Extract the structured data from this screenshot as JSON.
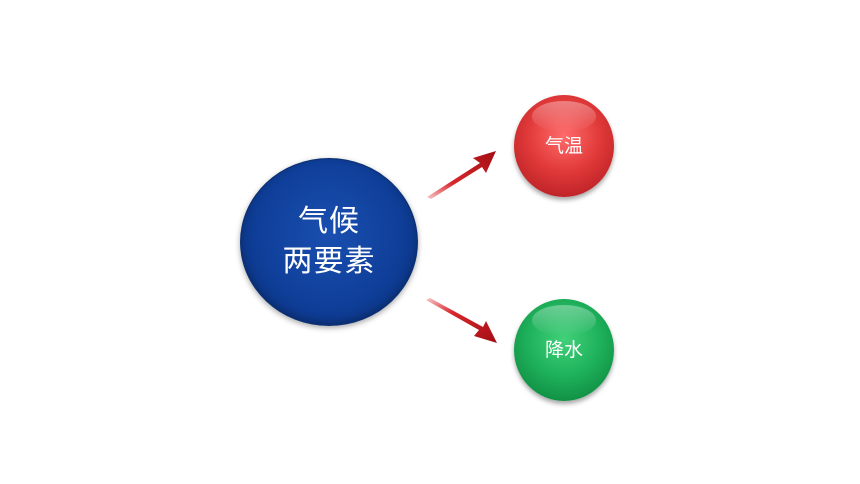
{
  "diagram": {
    "main_node": {
      "line1": "气候",
      "line2": "两要素"
    },
    "children": [
      {
        "label": "气温",
        "color": "#e23a3a"
      },
      {
        "label": "降水",
        "color": "#1fb25c"
      }
    ],
    "main_color": "#0f3f9a",
    "arrow_color": "#c0101a"
  }
}
